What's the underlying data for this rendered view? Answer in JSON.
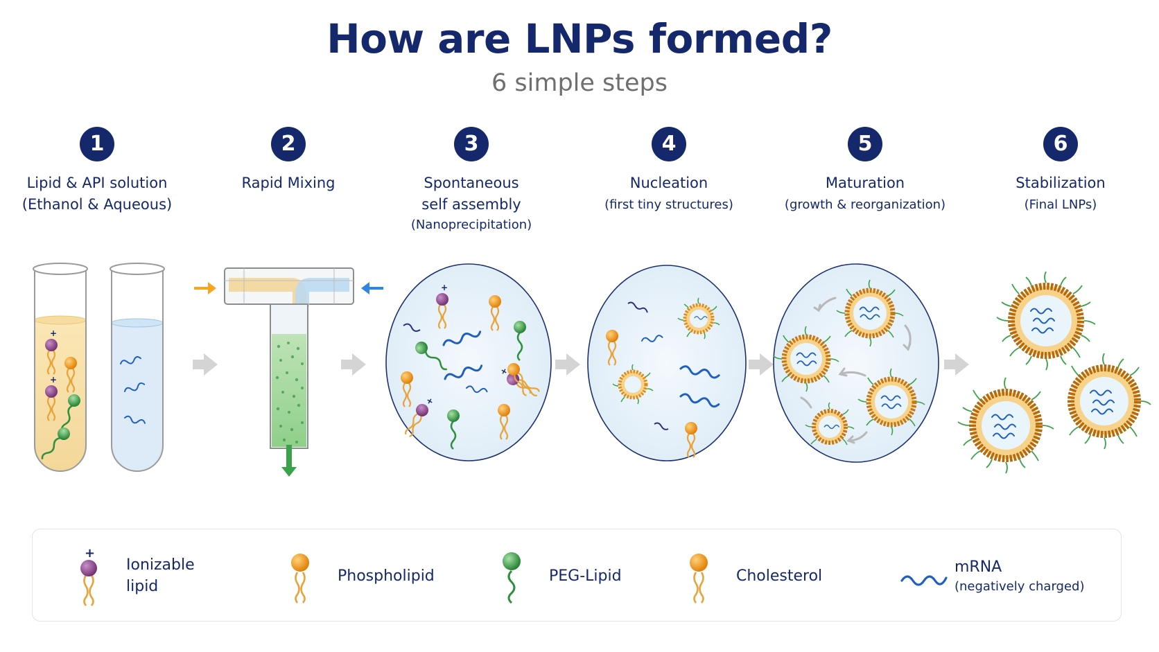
{
  "header": {
    "title": "How are LNPs formed?",
    "subtitle": "6 simple steps"
  },
  "steps": [
    {
      "number": "1",
      "line1": "Lipid & API solution",
      "line2": "(Ethanol & Aqueous)",
      "line3": ""
    },
    {
      "number": "2",
      "line1": "Rapid Mixing",
      "line2": "",
      "line3": ""
    },
    {
      "number": "3",
      "line1": "Spontaneous",
      "line2": "self assembly",
      "line3": "(Nanoprecipitation)"
    },
    {
      "number": "4",
      "line1": "Nucleation",
      "line2": "(first tiny structures)",
      "line3": ""
    },
    {
      "number": "5",
      "line1": "Maturation",
      "line2": "(growth & reorganization)",
      "line3": ""
    },
    {
      "number": "6",
      "line1": "Stabilization",
      "line2": "(Final LNPs)",
      "line3": ""
    }
  ],
  "legend": {
    "ionizable": {
      "line1": "Ionizable",
      "line2": "lipid",
      "charge": "+"
    },
    "phospholipid": {
      "label": "Phospholipid"
    },
    "peg": {
      "label": "PEG-Lipid"
    },
    "cholesterol": {
      "label": "Cholesterol"
    },
    "mrna": {
      "label": "mRNA",
      "sub": "(negatively charged)"
    }
  },
  "colors": {
    "navy": "#14286b",
    "ethanol_fill": "#f8e3ad",
    "aqueous_fill": "#dcebf7",
    "ionizable_head": "#8a3f8a",
    "phospholipid_head": "#f39c12",
    "peg_head": "#3aa34a",
    "tail": "#e8a33a",
    "mrna": "#1f5fbf",
    "ethanol_arrow": "#f5a623",
    "aqueous_arrow": "#2e86de",
    "outlet_arrow": "#3aa34a",
    "step_arrow": "#cfcfcf"
  }
}
